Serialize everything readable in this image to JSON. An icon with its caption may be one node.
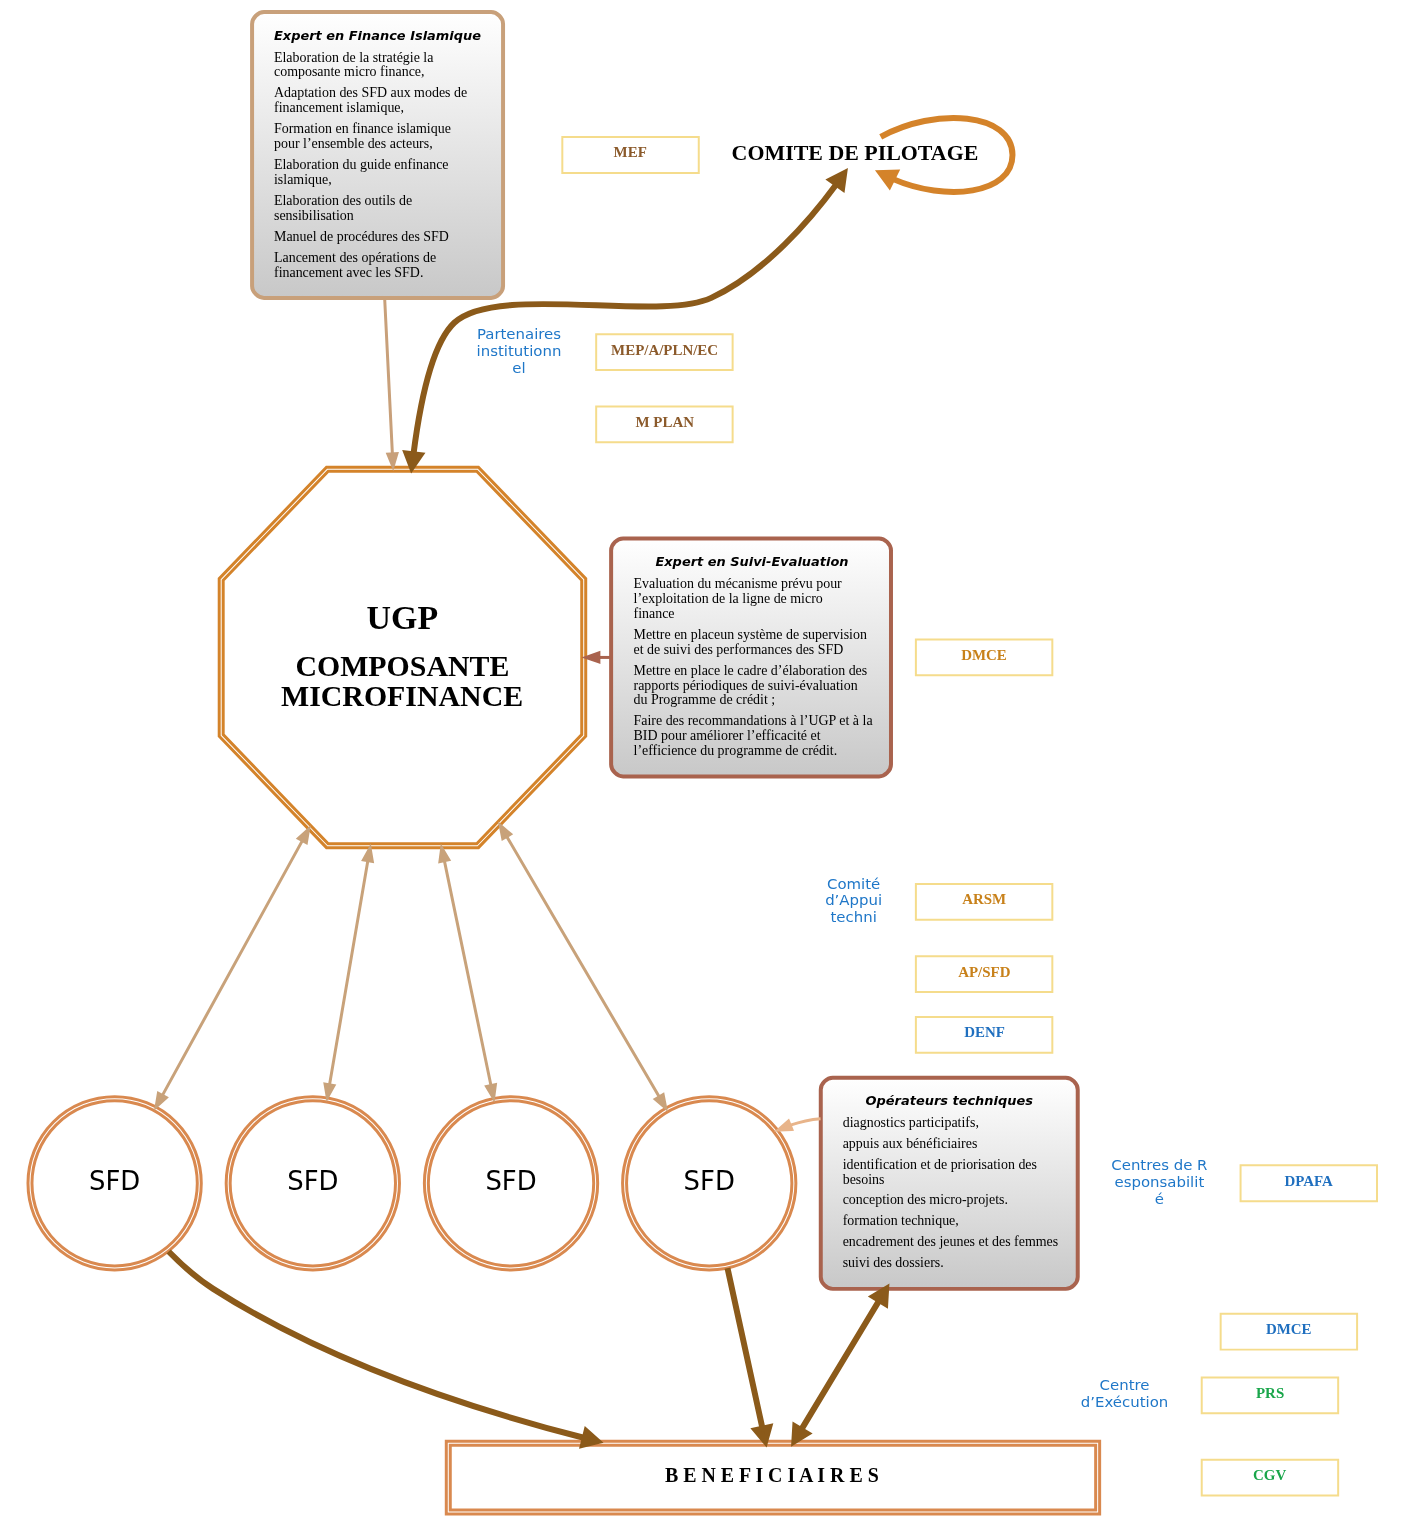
{
  "diagram": {
    "nodes": [
      {
        "text": [
          "COMITE DE PILOTAGE"
        ]
      },
      {
        "text": [
          "UGP",
          "COMPOSANTE MICROFINANCE"
        ]
      },
      {
        "text": [
          "Expert en Finance Islamique",
          "Elaboration de la stratégie la composante micro finance,",
          "Adaptation des SFD aux modes de financement islamique,",
          "Formation en finance islamique pour l’ensemble des acteurs,",
          "Elaboration du guide enfinance islamique,",
          "Elaboration des outils de sensibilisation",
          "Manuel de procédures des SFD",
          "Lancement des opérations de financement avec les SFD."
        ]
      },
      {
        "text": [
          "Expert en Suivi-Evaluation",
          "Evaluation du mécanisme prévu pour l’exploitation de la ligne de micro finance",
          "Mettre en placeun système de supervision et de suivi des performances des SFD",
          "Mettre en place le cadre d’élaboration des rapports périodiques de suivi-évaluation du Programme de crédit ;",
          "Faire des recommandations à l’UGP et à la BID pour améliorer l’efficacité et l’efficience du programme de crédit."
        ]
      },
      {
        "text": [
          "Opérateurs techniques",
          "diagnostics participatifs,",
          "appuis aux bénéficiaires",
          "identification et de priorisation des besoins",
          "conception des micro-projets.",
          "formation technique,",
          "encadrement des jeunes et des femmes",
          "suivi des dossiers."
        ]
      },
      {
        "text": [
          "SFD"
        ]
      },
      {
        "text": [
          "SFD"
        ]
      },
      {
        "text": [
          "SFD"
        ]
      },
      {
        "text": [
          "SFD"
        ]
      },
      {
        "text": [
          "B E N E F I C I A I R E S"
        ]
      },
      {
        "text": [
          "MEF"
        ]
      },
      {
        "text": [
          "MEP/A/PLN/EC"
        ]
      },
      {
        "text": [
          "M PLAN"
        ]
      },
      {
        "text": [
          "DMCE"
        ]
      },
      {
        "text": [
          "ARSM"
        ]
      },
      {
        "text": [
          "AP/SFD"
        ]
      },
      {
        "text": [
          "DENF"
        ]
      },
      {
        "text": [
          "DPAFA"
        ]
      },
      {
        "text": [
          "DMCE"
        ]
      },
      {
        "text": [
          "PRS"
        ]
      },
      {
        "text": [
          "CGV"
        ]
      }
    ],
    "edges": [
      {
        "from": 0,
        "to": 0,
        "arrow": "to",
        "style": "thick",
        "color": "#d4832a"
      },
      {
        "from": 0,
        "to": 1,
        "arrow": "both",
        "style": "thick",
        "color": "#8b5a1a"
      },
      {
        "from": 2,
        "to": 1,
        "arrow": "to",
        "color": "#c8a07a"
      },
      {
        "from": 3,
        "to": 1,
        "arrow": "to",
        "color": "#a9634e"
      },
      {
        "from": 1,
        "to": 5,
        "arrow": "both",
        "color": "#c8a27a"
      },
      {
        "from": 1,
        "to": 6,
        "arrow": "both",
        "color": "#c8a27a"
      },
      {
        "from": 1,
        "to": 7,
        "arrow": "both",
        "color": "#c8a27a"
      },
      {
        "from": 1,
        "to": 8,
        "arrow": "both",
        "color": "#c8a27a"
      },
      {
        "from": 4,
        "to": 8,
        "arrow": "to",
        "color": "#e8b48a"
      },
      {
        "from": 5,
        "to": 9,
        "arrow": "to",
        "style": "thick",
        "color": "#8b5a1a"
      },
      {
        "from": 8,
        "to": 9,
        "arrow": "to",
        "style": "thick",
        "color": "#8b5a1a"
      },
      {
        "from": 4,
        "to": 9,
        "arrow": "both",
        "style": "thick",
        "color": "#8b5a1a"
      }
    ],
    "labels": [
      "Partenaires institutionnel",
      "Comité d’Appui techni",
      "Centres de Responsabilité",
      "Centre d’Exécution"
    ]
  }
}
